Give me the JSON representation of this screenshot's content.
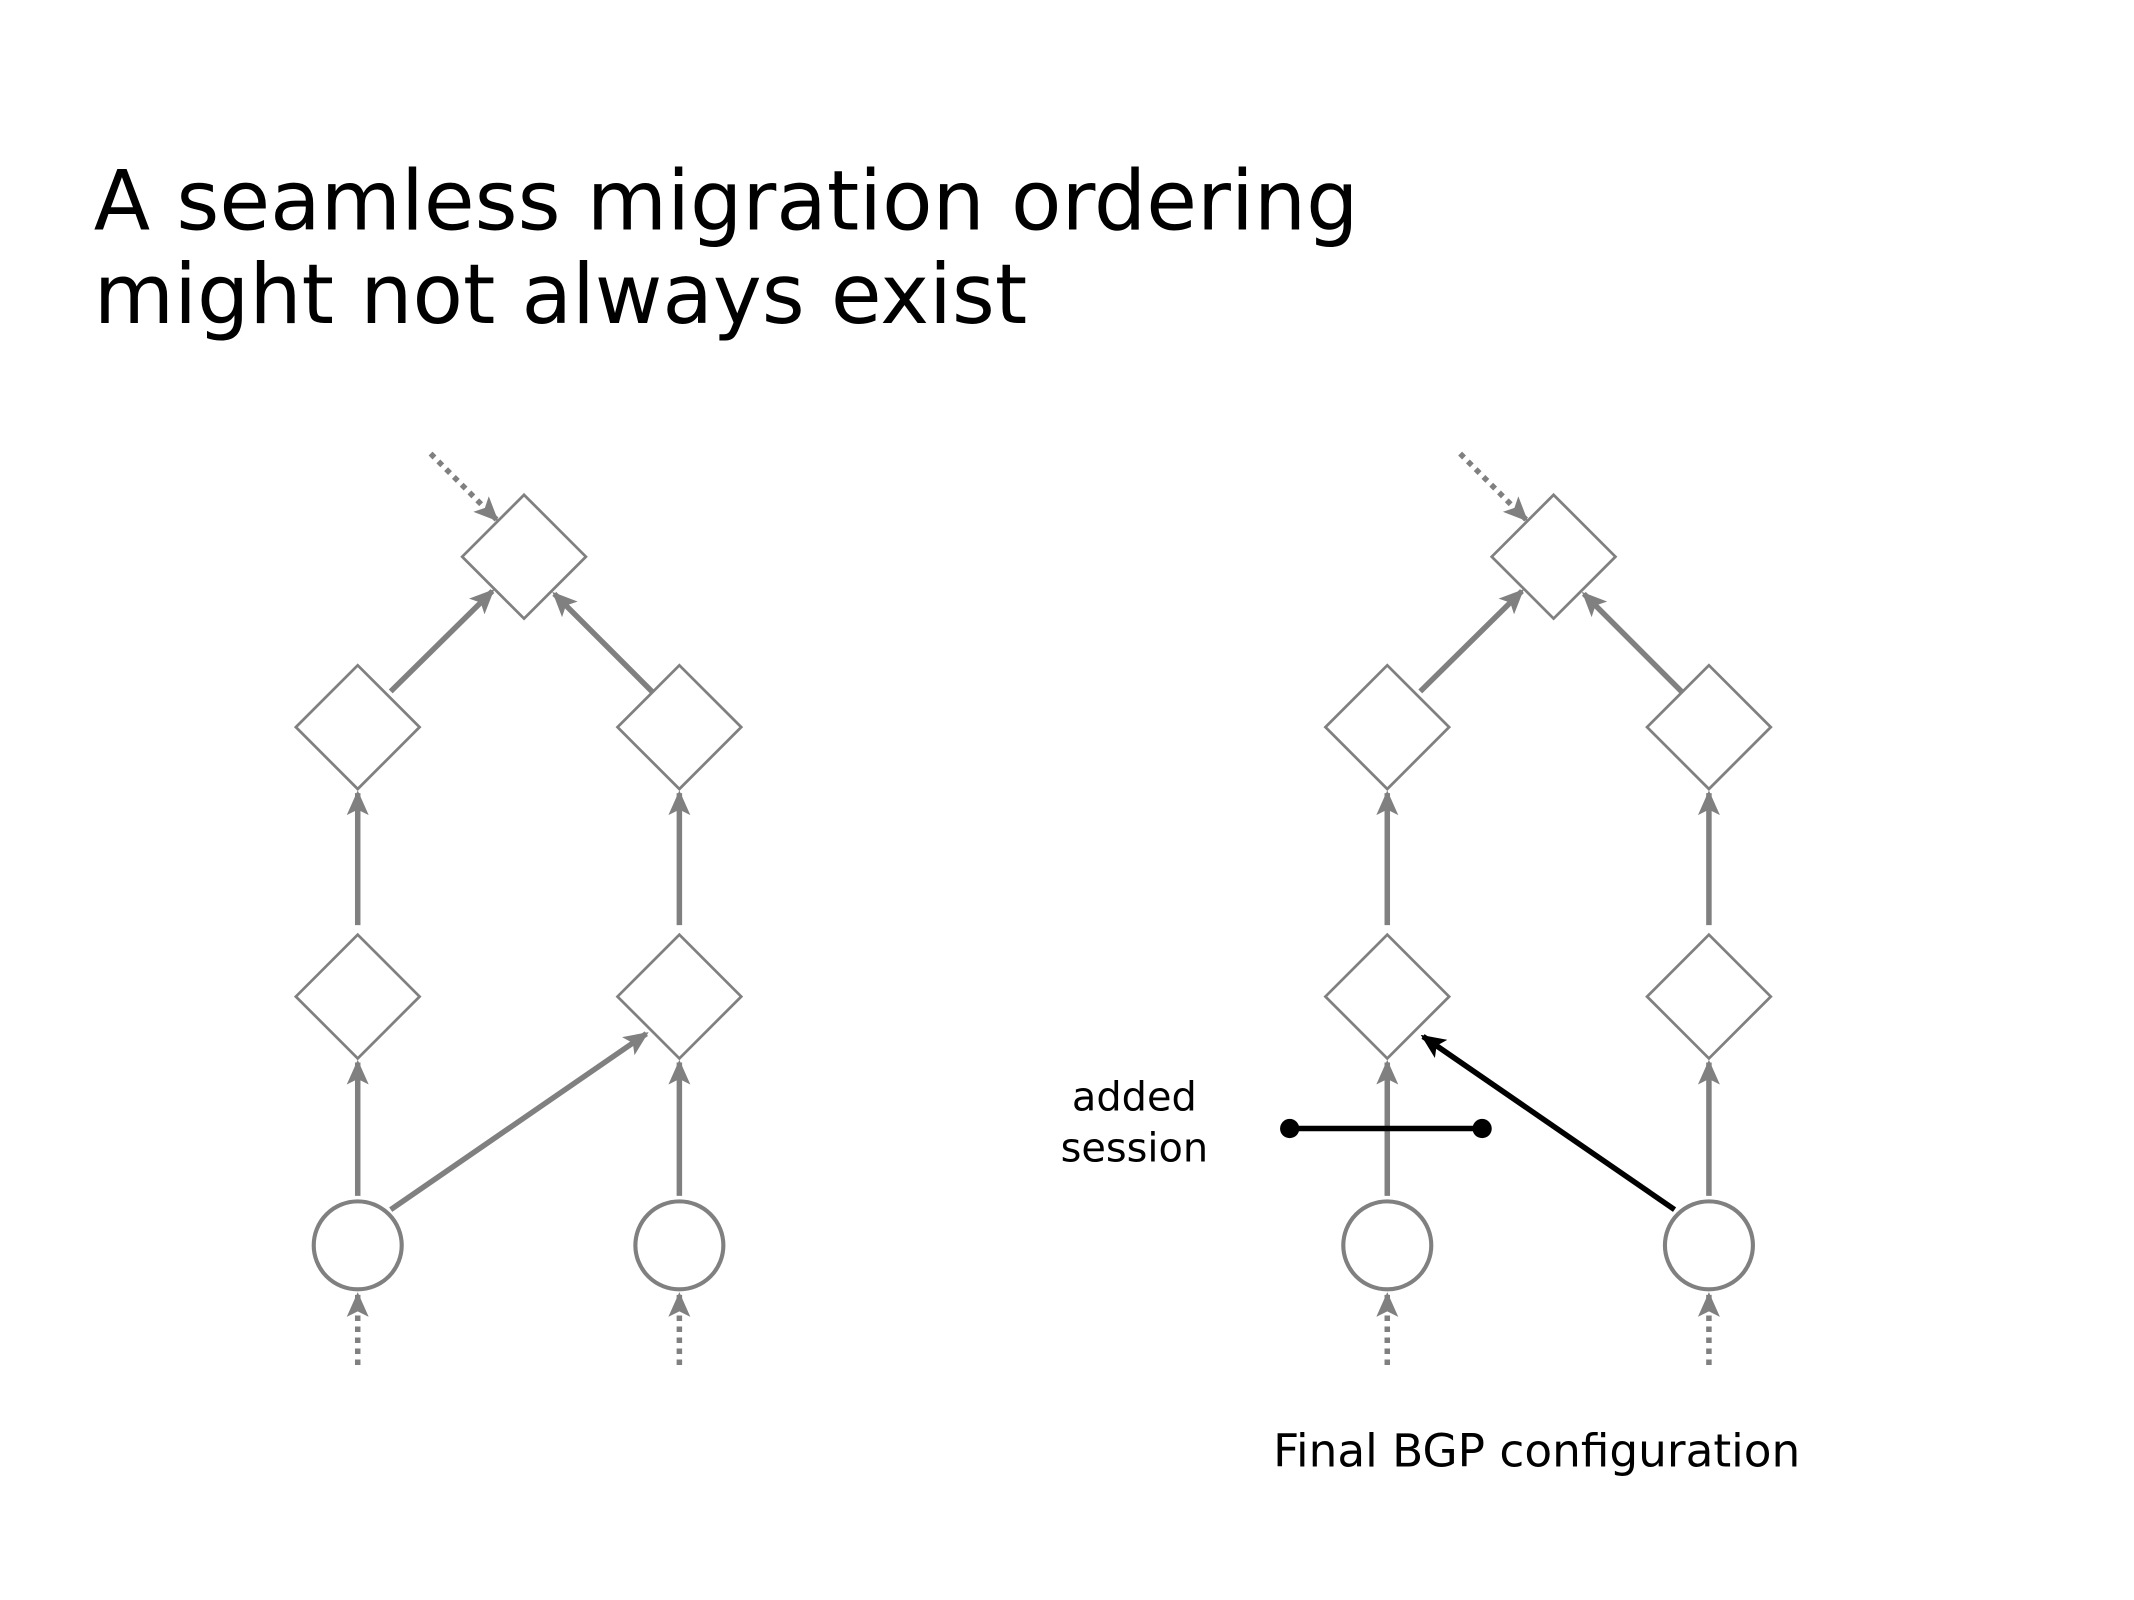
{
  "slide": {
    "title_line1": "A seamless migration ordering",
    "title_line2": "might not always exist"
  },
  "right_diagram": {
    "annotation_line1": "added",
    "annotation_line2": "session",
    "caption": "Final BGP configuration"
  },
  "colors": {
    "edge": "#808080",
    "added": "#000000"
  }
}
